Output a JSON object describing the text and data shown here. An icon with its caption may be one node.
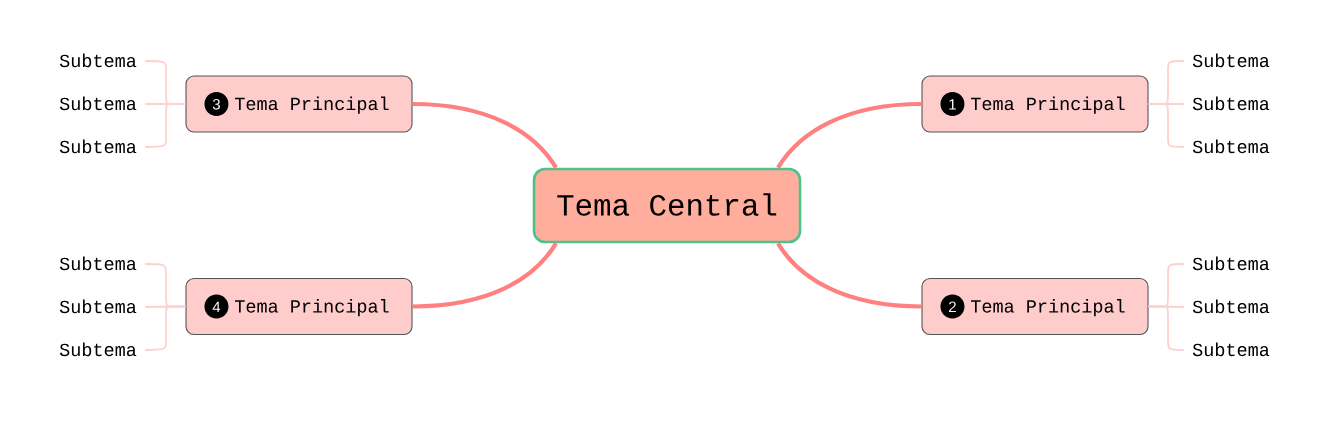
{
  "diagram": {
    "nodes": [
      {
        "text": [
          "Tema Central"
        ]
      },
      {
        "text": [
          "Tema Principal"
        ]
      },
      {
        "text": [
          "1"
        ],
        "in": 1
      },
      {
        "text": [
          "Subtema"
        ]
      },
      {
        "text": [
          "Subtema"
        ]
      },
      {
        "text": [
          "Subtema"
        ]
      },
      {
        "text": [
          "Tema Principal"
        ]
      },
      {
        "text": [
          "2"
        ],
        "in": 6
      },
      {
        "text": [
          "Subtema"
        ]
      },
      {
        "text": [
          "Subtema"
        ]
      },
      {
        "text": [
          "Subtema"
        ]
      },
      {
        "text": [
          "Tema Principal"
        ]
      },
      {
        "text": [
          "3"
        ],
        "in": 11
      },
      {
        "text": [
          "Subtema"
        ]
      },
      {
        "text": [
          "Subtema"
        ]
      },
      {
        "text": [
          "Subtema"
        ]
      },
      {
        "text": [
          "Tema Principal"
        ]
      },
      {
        "text": [
          "4"
        ],
        "in": 16
      },
      {
        "text": [
          "Subtema"
        ]
      },
      {
        "text": [
          "Subtema"
        ]
      },
      {
        "text": [
          "Subtema"
        ]
      }
    ],
    "edges": [
      {
        "from": 0,
        "to": 1,
        "arrow": "none",
        "style": "thick",
        "color": "#ff8080"
      },
      {
        "from": 1,
        "to": 3,
        "arrow": "none"
      },
      {
        "from": 1,
        "to": 4,
        "arrow": "none"
      },
      {
        "from": 1,
        "to": 5,
        "arrow": "none"
      },
      {
        "from": 0,
        "to": 6,
        "arrow": "none",
        "style": "thick",
        "color": "#ff8080"
      },
      {
        "from": 6,
        "to": 8,
        "arrow": "none"
      },
      {
        "from": 6,
        "to": 9,
        "arrow": "none"
      },
      {
        "from": 6,
        "to": 10,
        "arrow": "none"
      },
      {
        "from": 0,
        "to": 11,
        "arrow": "none",
        "style": "thick",
        "color": "#ff8080"
      },
      {
        "from": 11,
        "to": 13,
        "arrow": "none"
      },
      {
        "from": 11,
        "to": 14,
        "arrow": "none"
      },
      {
        "from": 11,
        "to": 15,
        "arrow": "none"
      },
      {
        "from": 0,
        "to": 16,
        "arrow": "none",
        "style": "thick",
        "color": "#ff8080"
      },
      {
        "from": 16,
        "to": 18,
        "arrow": "none"
      },
      {
        "from": 16,
        "to": 19,
        "arrow": "none"
      },
      {
        "from": 16,
        "to": 20,
        "arrow": "none"
      }
    ]
  }
}
